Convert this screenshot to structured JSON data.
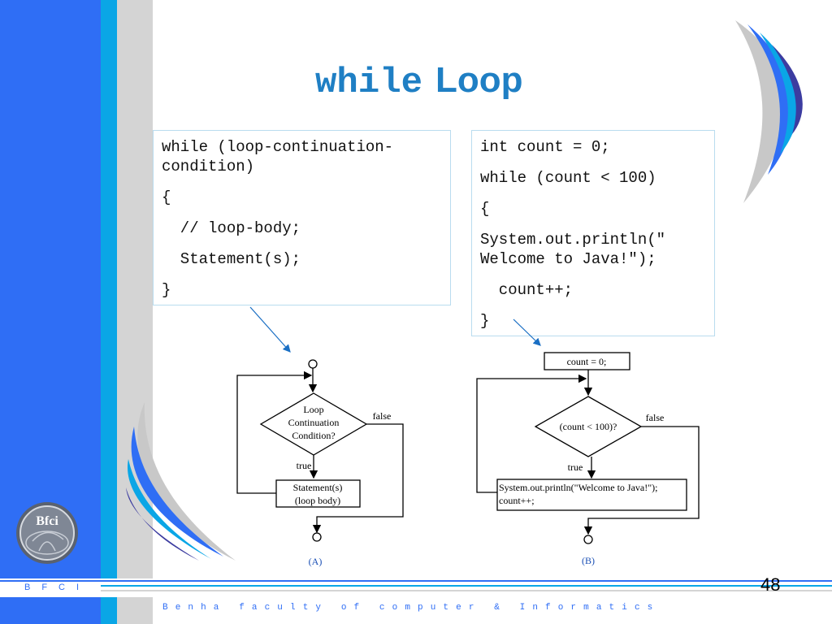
{
  "title": {
    "code": "while",
    "word": "Loop"
  },
  "left_code": [
    [
      "while (loop-continuation-",
      "condition)"
    ],
    [
      "{"
    ],
    [
      "  // loop-body;"
    ],
    [
      "  Statement(s);"
    ],
    [
      "}"
    ]
  ],
  "right_code": [
    [
      "int count = 0;"
    ],
    [
      "while (count < 100)"
    ],
    [
      "{"
    ],
    [
      "System.out.println(\"",
      "Welcome to Java!\");"
    ],
    [
      "  count++;"
    ],
    [
      "}"
    ]
  ],
  "flowchart_a": {
    "condition": [
      "Loop",
      "Continuation",
      "Condition?"
    ],
    "false_label": "false",
    "true_label": "true",
    "statement": [
      "Statement(s)",
      "(loop body)"
    ],
    "caption": "(A)"
  },
  "flowchart_b": {
    "init": "count = 0;",
    "condition": "(count < 100)?",
    "false_label": "false",
    "true_label": "true",
    "statement": [
      "System.out.println(\"Welcome to Java!\");",
      "count++;"
    ],
    "caption": "(B)"
  },
  "footer": {
    "short": "BFCI",
    "full": "Benha faculty of computer & Informatics",
    "page_number": "48"
  },
  "colors": {
    "blue": "#2f6ef5",
    "cyan": "#0aa6e6",
    "title": "#1f7fc4",
    "grey": "#d4d4d4"
  }
}
